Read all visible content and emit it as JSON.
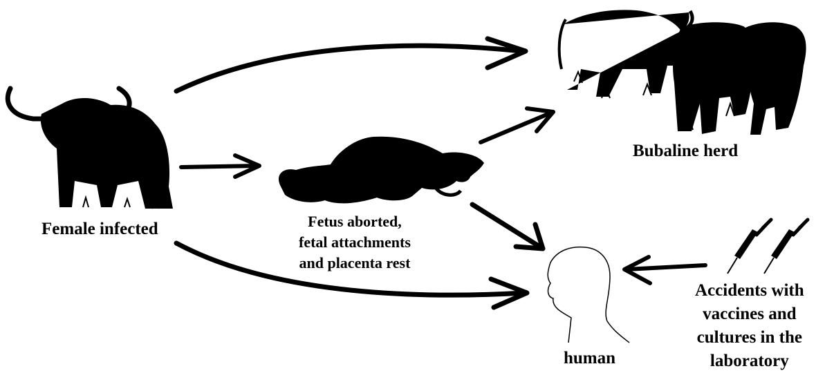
{
  "nodes": {
    "female": {
      "label": "Female infected",
      "icon": "buffalo-silhouette-icon"
    },
    "fetus": {
      "lines": [
        "Fetus aborted,",
        "fetal attachments",
        "and placenta rest"
      ],
      "icon": "aborted-fetus-icon"
    },
    "herd": {
      "label": "Bubaline herd",
      "icon": "buffalo-herd-icon"
    },
    "human": {
      "label": "human",
      "icon": "human-head-icon"
    },
    "accidents": {
      "lines": [
        "Accidents with",
        "vaccines and",
        "cultures in the",
        "laboratory"
      ],
      "icon": "syringe-icon"
    }
  },
  "edges": [
    {
      "from": "Female infected",
      "to": "Bubaline herd"
    },
    {
      "from": "Female infected",
      "to": "Fetus aborted, fetal attachments and placenta rest"
    },
    {
      "from": "Female infected",
      "to": "human"
    },
    {
      "from": "Fetus aborted, fetal attachments and placenta rest",
      "to": "Bubaline herd"
    },
    {
      "from": "Fetus aborted, fetal attachments and placenta rest",
      "to": "human"
    },
    {
      "from": "Accidents with vaccines and cultures in the laboratory",
      "to": "human"
    }
  ],
  "colors": {
    "ink": "#000000",
    "background": "#ffffff"
  }
}
